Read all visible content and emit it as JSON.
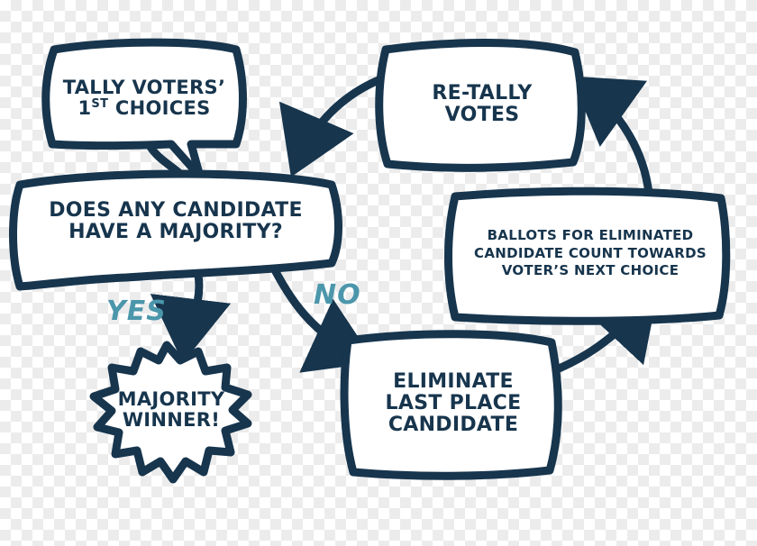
{
  "colors": {
    "stroke": "#17354d",
    "fill": "#ffffff",
    "text": "#17354d",
    "yes_no": "#4b96ab"
  },
  "nodes": {
    "tally": {
      "line1": "TALLY VOTERS’",
      "line2_num": "1",
      "line2_sup": "ST",
      "line2_rest": " CHOICES"
    },
    "question": {
      "line1": "DOES ANY CANDIDATE",
      "line2": "HAVE A MAJORITY?"
    },
    "winner": {
      "line1": "MAJORITY",
      "line2": "WINNER!"
    },
    "retally": {
      "line1": "RE-TALLY",
      "line2": "VOTES"
    },
    "ballots": {
      "line1": "BALLOTS FOR ELIMINATED",
      "line2": "CANDIDATE COUNT TOWARDS",
      "line3": "VOTER’S NEXT CHOICE"
    },
    "eliminate": {
      "line1": "ELIMINATE",
      "line2": "LAST PLACE",
      "line3": "CANDIDATE"
    }
  },
  "edges": {
    "yes_label": "YES",
    "no_label": "NO"
  }
}
